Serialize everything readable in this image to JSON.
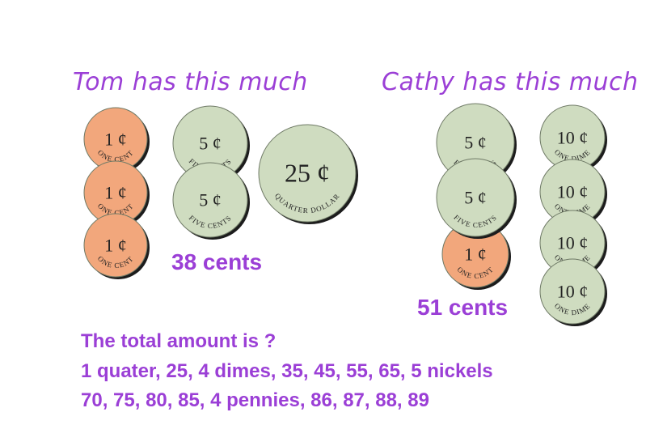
{
  "tom": {
    "heading": "Tom has this much",
    "amount": "38 cents",
    "coins": [
      {
        "value": "1 ¢",
        "rim": "ONE CENT"
      },
      {
        "value": "1 ¢",
        "rim": "ONE CENT"
      },
      {
        "value": "1 ¢",
        "rim": "ONE CENT"
      },
      {
        "value": "5 ¢",
        "rim": "FIVE CENTS"
      },
      {
        "value": "5 ¢",
        "rim": "FIVE CENTS"
      },
      {
        "value": "25 ¢",
        "rim": "QUARTER DOLLAR"
      }
    ]
  },
  "cathy": {
    "heading": "Cathy has this much",
    "amount": "51 cents",
    "coins": [
      {
        "value": "5 ¢",
        "rim": "FIVE CENTS"
      },
      {
        "value": "5 ¢",
        "rim": "FIVE CENTS"
      },
      {
        "value": "1 ¢",
        "rim": "ONE CENT"
      },
      {
        "value": "10 ¢",
        "rim": "ONE DIME"
      },
      {
        "value": "10 ¢",
        "rim": "ONE DIME"
      },
      {
        "value": "10 ¢",
        "rim": "ONE DIME"
      },
      {
        "value": "10 ¢",
        "rim": "ONE DIME"
      }
    ]
  },
  "summary": {
    "question": "The total amount is  ?",
    "line1": "1 quater, 25, 4 dimes, 35, 45, 55, 65, 5 nickels",
    "line2": "70, 75, 80, 85, 4 pennies, 86, 87, 88, 89"
  },
  "colors": {
    "text": "#9b3fd6",
    "penny": "#f2a77c",
    "silver": "#cfdcc0"
  }
}
